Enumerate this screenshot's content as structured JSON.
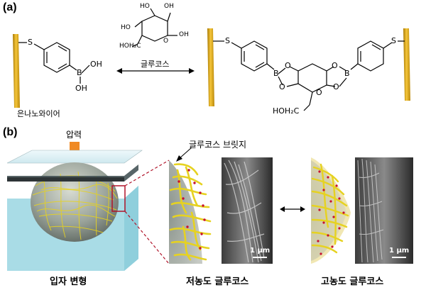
{
  "panel_a": {
    "tag": "(a)",
    "wire_label": "은나노와이어",
    "reagent_label": "글루코스",
    "atoms": {
      "S": "S",
      "B": "B",
      "O": "O",
      "OH": "OH",
      "HO": "HO",
      "HOH2C_ring": "HOH₂C",
      "HOH2C_prod": "HOH₂C"
    }
  },
  "panel_b": {
    "tag": "(b)",
    "pressure_label": "압력",
    "bridge_label": "글루코스 브릿지",
    "caption_left": "입자 변형",
    "caption_mid": "저농도 글루코스",
    "caption_right": "고농도 글루코스",
    "scale_1": "1 μm",
    "scale_2": "1 μm"
  },
  "colors": {
    "gold": "#d9a514",
    "orange": "#f08a24",
    "cyan": "#bfe9f0",
    "red_dash": "#b0142a"
  }
}
